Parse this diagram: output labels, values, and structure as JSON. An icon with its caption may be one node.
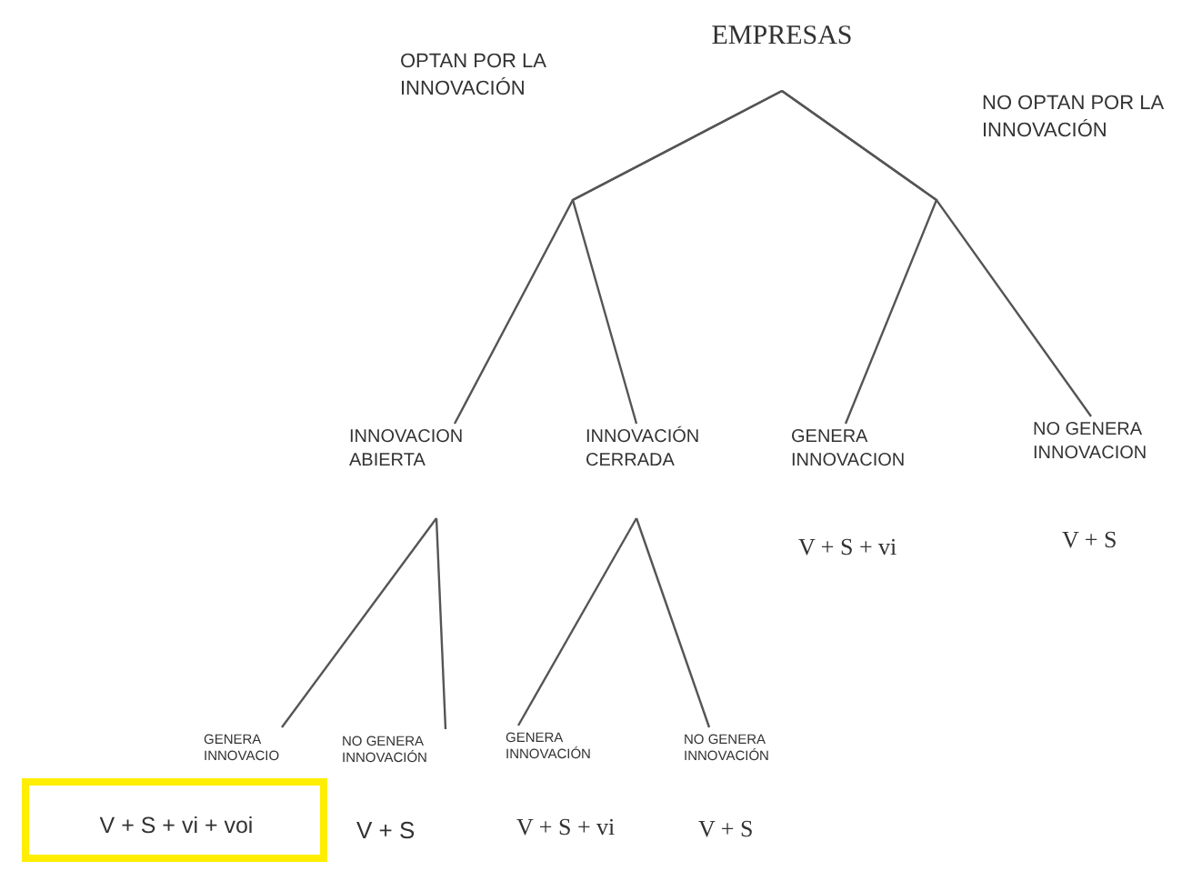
{
  "diagram": {
    "nodes": [
      {
        "text": [
          "EMPRESAS"
        ]
      },
      {
        "text": [
          "INNOVACION ABIERTA"
        ]
      },
      {
        "text": [
          "INNOVACIÓN CERRADA"
        ]
      },
      {
        "text": [
          "GENERA INNOVACION",
          "V + S + vi"
        ]
      },
      {
        "text": [
          "NO GENERA INNOVACION",
          "V + S"
        ]
      },
      {
        "text": [
          "GENERA INNOVACIO"
        ]
      },
      {
        "text": [
          "NO GENERA INNOVACIÓN",
          "V + S"
        ]
      },
      {
        "text": [
          "GENERA INNOVACIÓN",
          "V + S + vi"
        ]
      },
      {
        "text": [
          "NO GENERA INNOVACIÓN",
          "V + S"
        ]
      },
      {
        "text": [
          "V + S + vi + voi"
        ]
      }
    ],
    "edges": [
      {
        "from": 0,
        "to": 1,
        "arrow": "none"
      },
      {
        "from": 0,
        "to": 2,
        "arrow": "none"
      },
      {
        "from": 0,
        "to": 3,
        "arrow": "none"
      },
      {
        "from": 0,
        "to": 4,
        "arrow": "none"
      },
      {
        "from": 1,
        "to": 5,
        "arrow": "none"
      },
      {
        "from": 1,
        "to": 6,
        "arrow": "none"
      },
      {
        "from": 2,
        "to": 7,
        "arrow": "none"
      },
      {
        "from": 2,
        "to": 8,
        "arrow": "none"
      }
    ],
    "labels": [
      "OPTAN POR LA INNOVACIÓN",
      "NO OPTAN POR LA INNOVACIÓN"
    ]
  }
}
